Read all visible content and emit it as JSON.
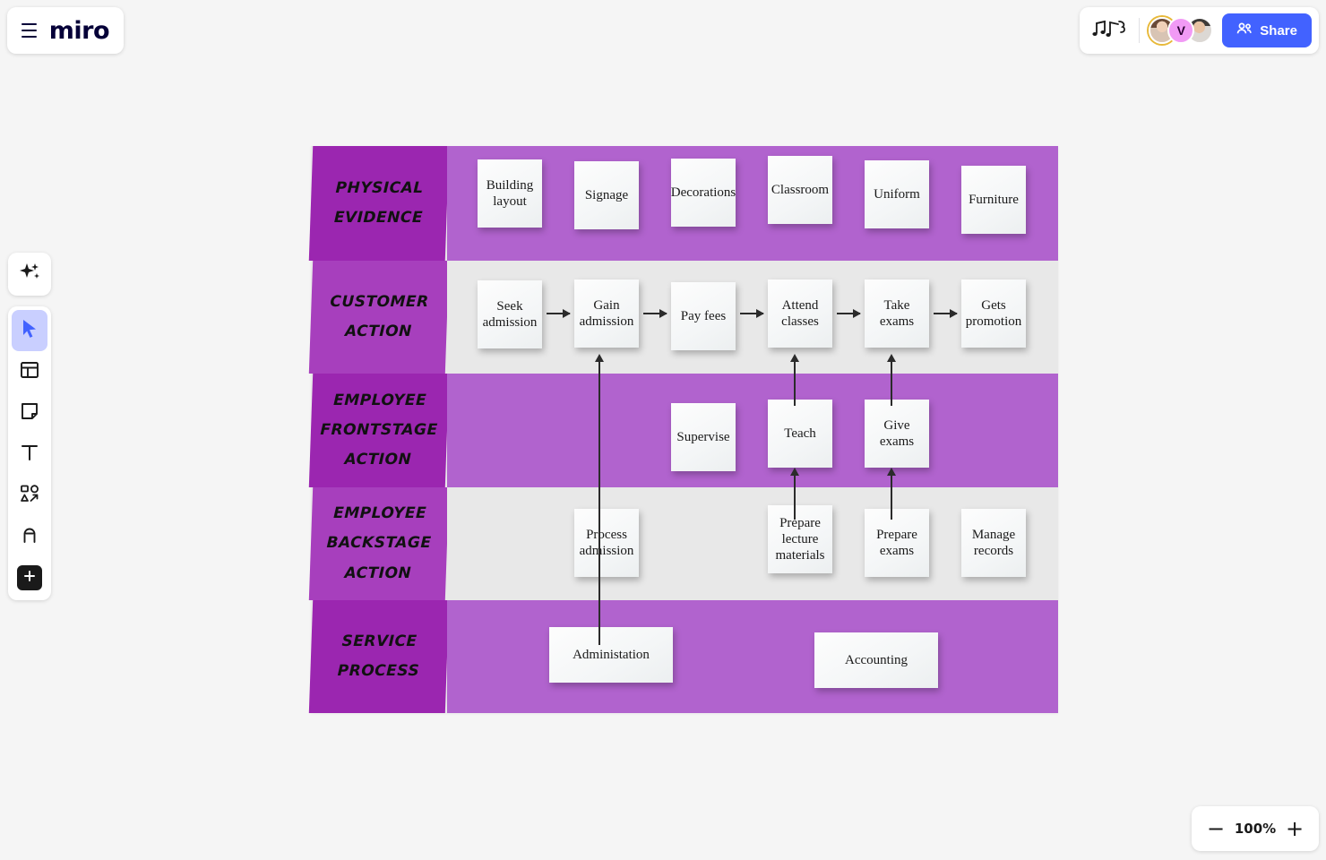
{
  "app": {
    "name": "miro",
    "menu_icon": "hamburger-icon"
  },
  "topbar": {
    "notes_icon": "music-notes-icon",
    "share_label": "Share",
    "share_icon": "people-icon",
    "share_color": "#4262ff",
    "avatars": [
      {
        "type": "photo",
        "ring": "#e8b93a",
        "initial": ""
      },
      {
        "type": "initial",
        "ring": "#f19af5",
        "initial": "V"
      },
      {
        "type": "photo",
        "ring": "#ffffff",
        "initial": ""
      }
    ]
  },
  "toolbar": {
    "ai_tool": {
      "name": "ai-sparkle-icon",
      "label": "AI"
    },
    "tools": [
      {
        "name": "select-cursor-icon",
        "label": "Select",
        "active": true
      },
      {
        "name": "template-frame-icon",
        "label": "Templates",
        "active": false
      },
      {
        "name": "sticky-note-icon",
        "label": "Sticky note",
        "active": false
      },
      {
        "name": "text-icon",
        "label": "Text",
        "active": false
      },
      {
        "name": "shapes-icon",
        "label": "Shapes",
        "active": false
      },
      {
        "name": "pen-icon",
        "label": "Pen",
        "active": false
      },
      {
        "name": "plus-more-icon",
        "label": "More apps",
        "active": false
      }
    ]
  },
  "zoom": {
    "minus": "−",
    "value": "100%",
    "plus": "+"
  },
  "board": {
    "colors": {
      "label_dark": "#9b26b0",
      "label_light": "#a73fbd",
      "body_purple": "#b163ce",
      "body_gray": "#e8e8e8",
      "note": "#f7f9fa",
      "connector": "#2b2b2b"
    },
    "rows": [
      {
        "id": "physical-evidence",
        "label": "PHYSICAL EVIDENCE",
        "label_shade": "dark",
        "body_shade": "purple",
        "notes": [
          {
            "text": "Building layout"
          },
          {
            "text": "Signage"
          },
          {
            "text": "Decorations"
          },
          {
            "text": "Classroom"
          },
          {
            "text": "Uniform"
          },
          {
            "text": "Furniture"
          }
        ]
      },
      {
        "id": "customer-action",
        "label": "CUSTOMER ACTION",
        "label_shade": "light",
        "body_shade": "gray",
        "notes": [
          {
            "text": "Seek admission"
          },
          {
            "text": "Gain admission"
          },
          {
            "text": "Pay fees"
          },
          {
            "text": "Attend classes"
          },
          {
            "text": "Take exams"
          },
          {
            "text": "Gets promotion"
          }
        ]
      },
      {
        "id": "employee-frontstage-action",
        "label": "EMPLOYEE FRONTSTAGE ACTION",
        "label_shade": "dark",
        "body_shade": "purple",
        "notes": [
          {
            "text": "Supervise"
          },
          {
            "text": "Teach"
          },
          {
            "text": "Give exams"
          }
        ]
      },
      {
        "id": "employee-backstage-action",
        "label": "EMPLOYEE BACKSTAGE ACTION",
        "label_shade": "light",
        "body_shade": "gray",
        "notes": [
          {
            "text": "Process admission"
          },
          {
            "text": "Prepare lecture materials"
          },
          {
            "text": "Prepare exams"
          },
          {
            "text": "Manage records"
          }
        ]
      },
      {
        "id": "service-process",
        "label": "SERVICE PROCESS",
        "label_shade": "dark",
        "body_shade": "purple",
        "notes": [
          {
            "text": "Administation"
          },
          {
            "text": "Accounting"
          }
        ]
      }
    ]
  }
}
